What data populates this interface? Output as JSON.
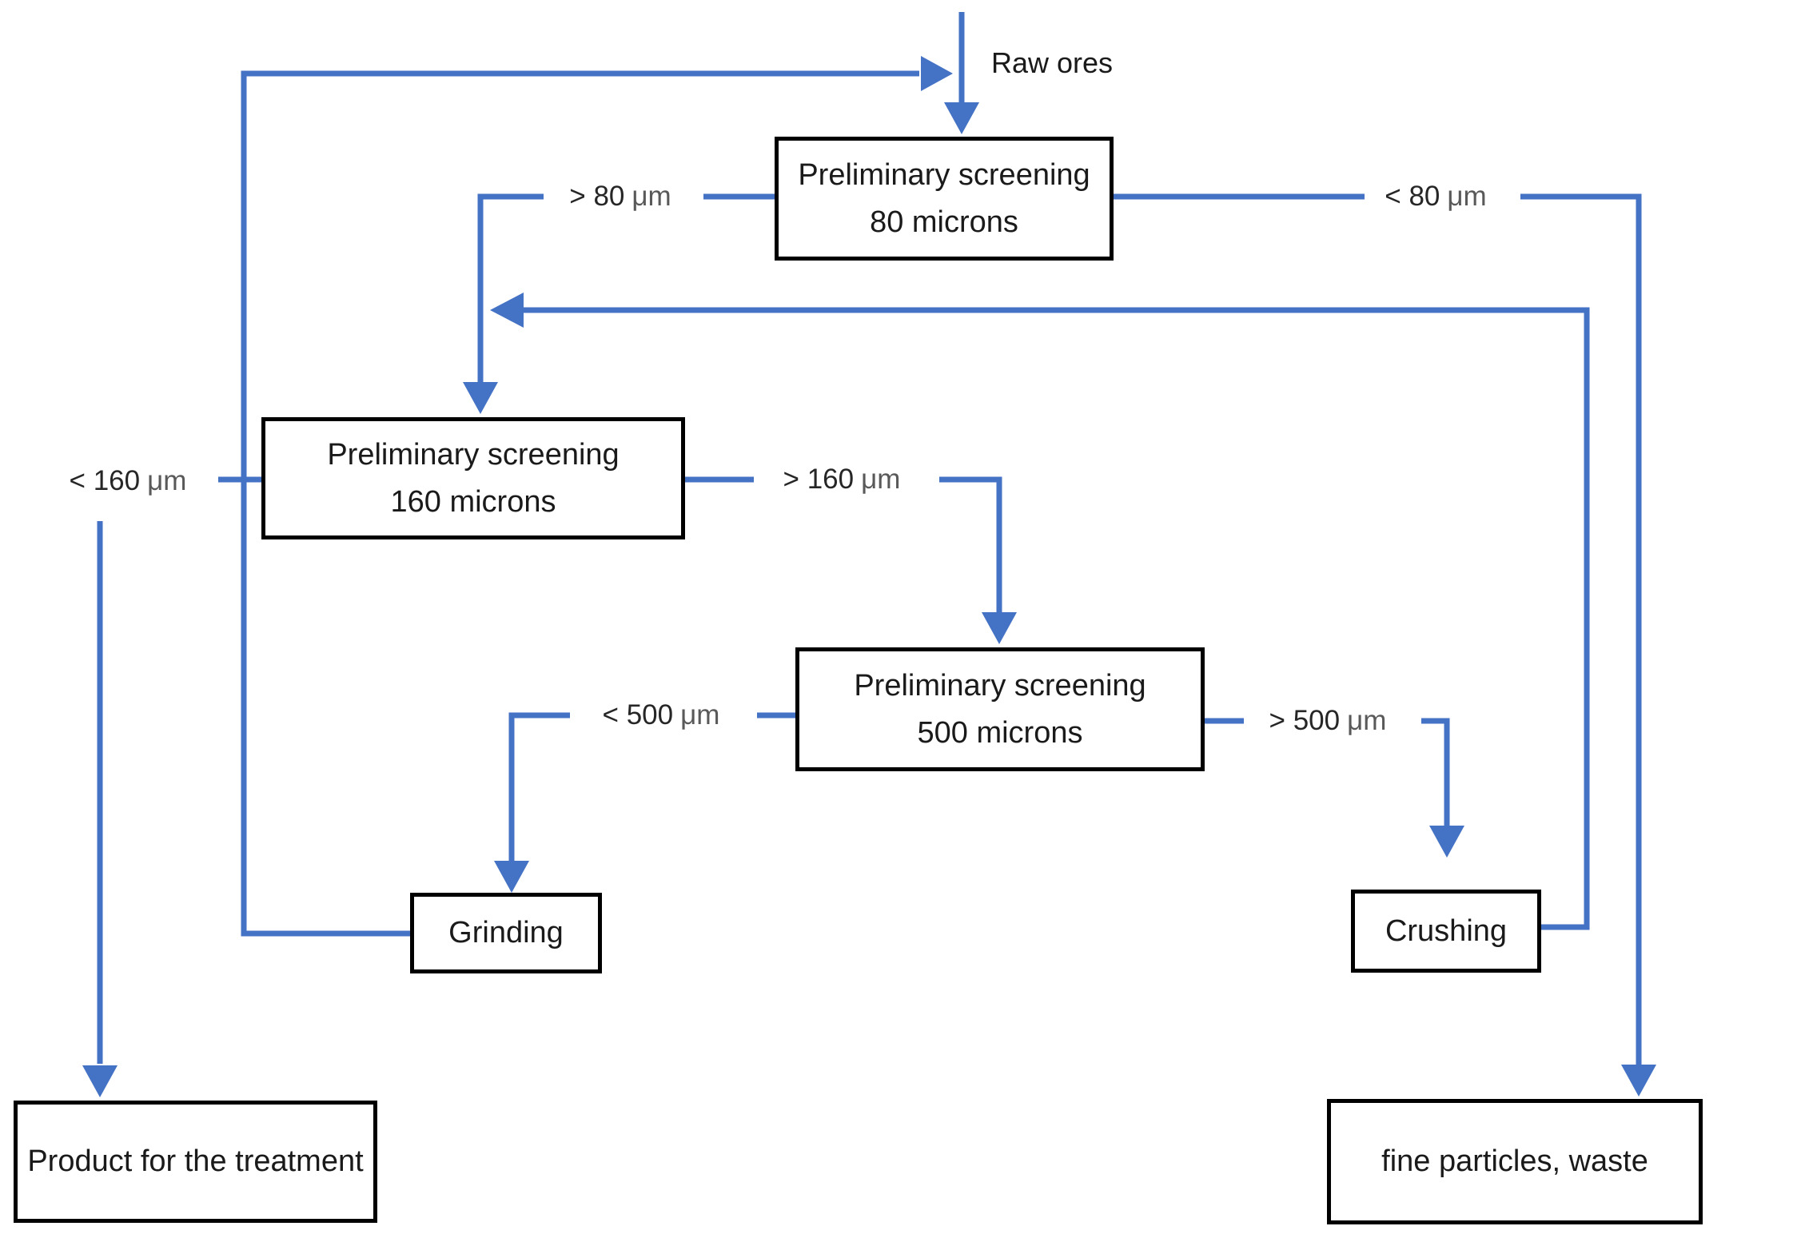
{
  "diagram": {
    "title": "Ore preliminary screening flowchart",
    "background_color": "#ffffff",
    "connector_color": "#4472C4",
    "box_border_color": "#000000",
    "box_fill_color": "#ffffff",
    "text_color": "#1a1a1a",
    "unit_text_color": "#595959"
  },
  "nodes": {
    "screen80": {
      "line1": "Preliminary screening",
      "line2": "80 microns"
    },
    "screen160": {
      "line1": "Preliminary screening",
      "line2": "160 microns"
    },
    "screen500": {
      "line1": "Preliminary screening",
      "line2": "500 microns"
    },
    "grinding": {
      "label": "Grinding"
    },
    "crushing": {
      "label": "Crushing"
    },
    "product": {
      "label": "Product for the treatment"
    },
    "waste": {
      "label": "fine particles, waste"
    }
  },
  "edge_labels": {
    "raw_ores": {
      "text": "Raw ores"
    },
    "gt80": {
      "value": "> 80",
      "unit": "μm"
    },
    "lt80": {
      "value": "< 80",
      "unit": "μm"
    },
    "gt160": {
      "value": "> 160",
      "unit": "μm"
    },
    "lt160": {
      "value": "< 160",
      "unit": "μm"
    },
    "gt500": {
      "value": "> 500",
      "unit": "μm"
    },
    "lt500": {
      "value": "< 500",
      "unit": "μm"
    }
  },
  "flows": [
    "Raw ores -> Preliminary screening 80 microns",
    "Preliminary screening 80 microns -> (> 80 um) -> Preliminary screening 160 microns",
    "Preliminary screening 80 microns -> (< 80 um) -> fine particles, waste",
    "Preliminary screening 160 microns -> (< 160 um) -> Product for the treatment",
    "Preliminary screening 160 microns -> (> 160 um) -> Preliminary screening 500 microns",
    "Preliminary screening 500 microns -> (< 500 um) -> Grinding",
    "Preliminary screening 500 microns -> (> 500 um) -> Crushing",
    "Grinding -> recycled to Preliminary screening 80 microns feed",
    "Crushing -> recycled to Preliminary screening 160 microns feed"
  ]
}
